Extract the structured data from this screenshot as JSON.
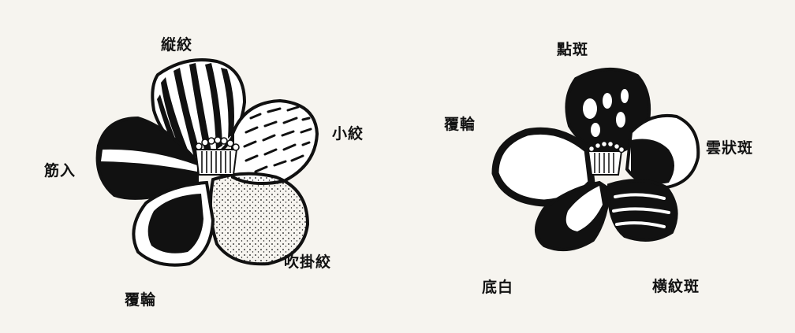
{
  "diagrams": [
    {
      "labels": {
        "top": "縦絞",
        "right": "小絞",
        "left": "筋入",
        "bottom_right": "吹掛絞",
        "bottom": "覆輪"
      }
    },
    {
      "labels": {
        "top": "點斑",
        "left": "覆輪",
        "right": "雲狀斑",
        "bottom_left": "底白",
        "bottom_right": "横紋斑"
      }
    }
  ],
  "colors": {
    "ink": "#111111",
    "paper": "#f6f4ef"
  }
}
